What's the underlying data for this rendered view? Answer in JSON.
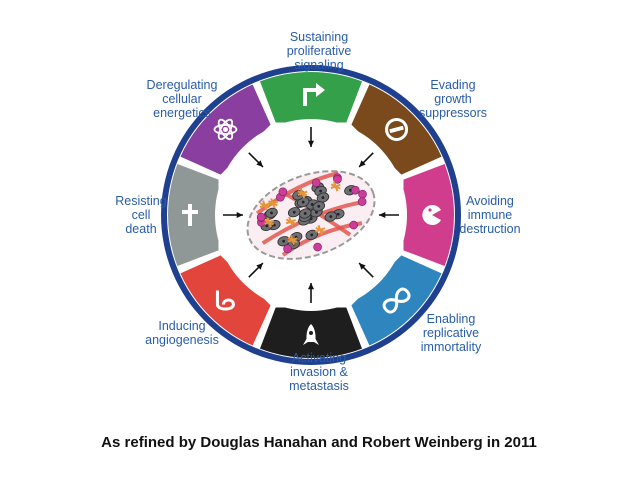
{
  "segments": [
    {
      "key": "proliferative",
      "label": "Sustaining\nproliferative\nsignaling",
      "color": "#35a04a",
      "icon": "arrow-right-turn-icon"
    },
    {
      "key": "suppressors",
      "label": "Evading\ngrowth\nsuppressors",
      "color": "#7a4a1c",
      "icon": "no-entry-icon"
    },
    {
      "key": "immune",
      "label": "Avoiding\nimmune\ndestruction",
      "color": "#cf3d8c",
      "icon": "pacman-icon"
    },
    {
      "key": "immortality",
      "label": "Enabling\nreplicative\nimmortality",
      "color": "#2f86be",
      "icon": "infinity-icon"
    },
    {
      "key": "invasion",
      "label": "Activating\ninvasion &\nmetastasis",
      "color": "#1e1e1e",
      "icon": "rocket-icon"
    },
    {
      "key": "angiogenesis",
      "label": "Inducing\nangiogenesis",
      "color": "#e2453b",
      "icon": "vessel-icon"
    },
    {
      "key": "death",
      "label": "Resisting\ncell\ndeath",
      "color": "#8f9896",
      "icon": "cross-icon"
    },
    {
      "key": "energetics",
      "label": "Deregulating\ncellular\nenergetics",
      "color": "#8a3fa0",
      "icon": "atom-icon"
    }
  ],
  "caption": "As refined by Douglas Hanahan and Robert Weinberg in 2011",
  "colors": {
    "ring_outer": "#1f3f8f",
    "label_text": "#2a5caa"
  }
}
